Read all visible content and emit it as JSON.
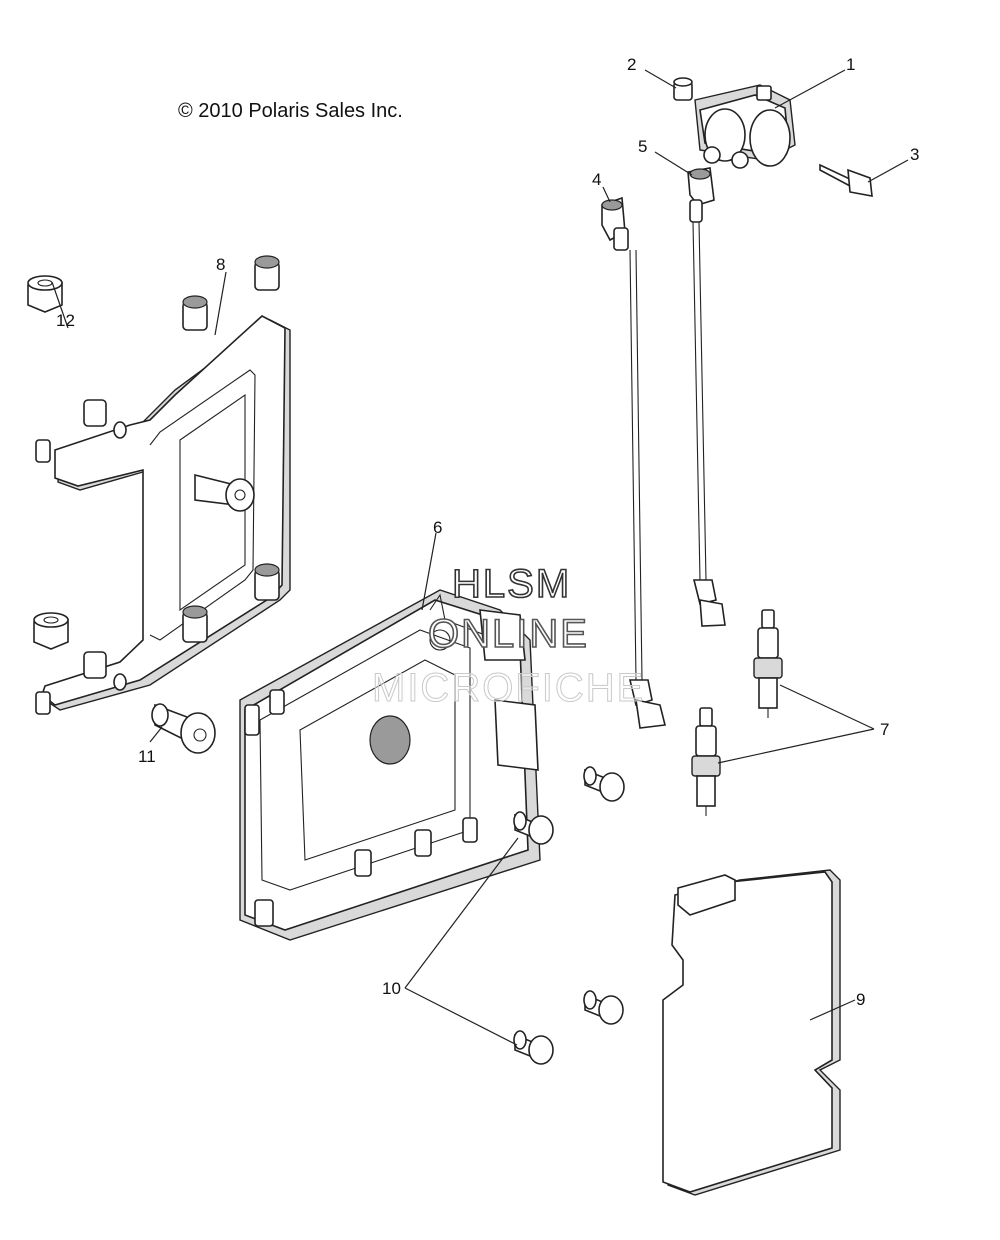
{
  "copyright": "© 2010 Polaris Sales Inc.",
  "watermark": {
    "line1": "HLSM",
    "line2": "ONLINE",
    "line3": "MICROFICHE"
  },
  "callouts": [
    "1",
    "2",
    "3",
    "4",
    "5",
    "6",
    "7",
    "8",
    "9",
    "10",
    "11",
    "12"
  ]
}
